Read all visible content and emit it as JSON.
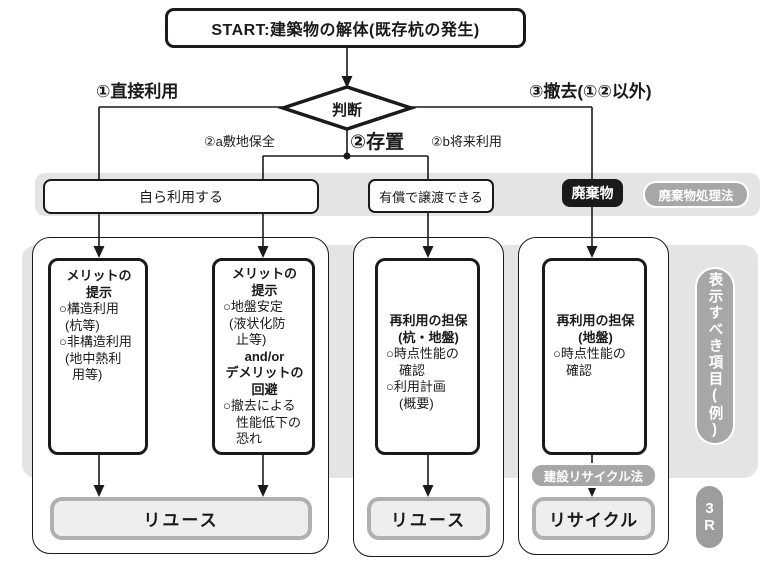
{
  "start": {
    "label": "START:建築物の解体(既存杭の発生)"
  },
  "decision": {
    "label": "判断"
  },
  "branch_labels": {
    "direct_use": "①直接利用",
    "preserve": "②存置",
    "preserve_site": "②a敷地保全",
    "preserve_future": "②b将来利用",
    "removal": "③撤去(①②以外)"
  },
  "middle_row": {
    "self_use": "自ら利用する",
    "transfer": "有償で譲渡できる",
    "waste": "廃棄物",
    "waste_law_badge": "廃棄物処理法"
  },
  "panels": {
    "merit_direct": {
      "heading": [
        "メリットの",
        "提示"
      ],
      "body": [
        "○構造利用",
        "(杭等)",
        "○非構造利用",
        "(地中熱利",
        "用等)"
      ]
    },
    "merit_site": {
      "heading": [
        "メリットの",
        "提示"
      ],
      "body1": [
        "○地盤安定",
        "(液状化防",
        "止等)"
      ],
      "connector": "and/or",
      "heading2": [
        "デメリットの",
        "回避"
      ],
      "body2": [
        "○撤去による",
        "性能低下の",
        "恐れ"
      ]
    },
    "reuse_guarantee": {
      "heading": [
        "再利用の担保",
        "(杭・地盤)"
      ],
      "body": [
        "○時点性能の",
        "確認",
        "○利用計画",
        "(概要)"
      ]
    },
    "recycle_guarantee": {
      "heading": [
        "再利用の担保",
        "(地盤)"
      ],
      "body": [
        "○時点性能の",
        "確認"
      ]
    }
  },
  "results": {
    "reuse_left": "リユース",
    "reuse_mid": "リユース",
    "recycle": "リサイクル"
  },
  "badges": {
    "recycle_law": "建設リサイクル法",
    "display_items": "表示すべき項目(例)",
    "three_r_top": "3",
    "three_r_bottom": "R"
  },
  "colors": {
    "ink": "#1a1a1a",
    "band_gray": "#e4e4e4",
    "badge_gray": "#a7a7a7",
    "result_fill": "#eeeeee",
    "result_border": "#b0b0b0",
    "waste_black": "#1a1a1a"
  }
}
